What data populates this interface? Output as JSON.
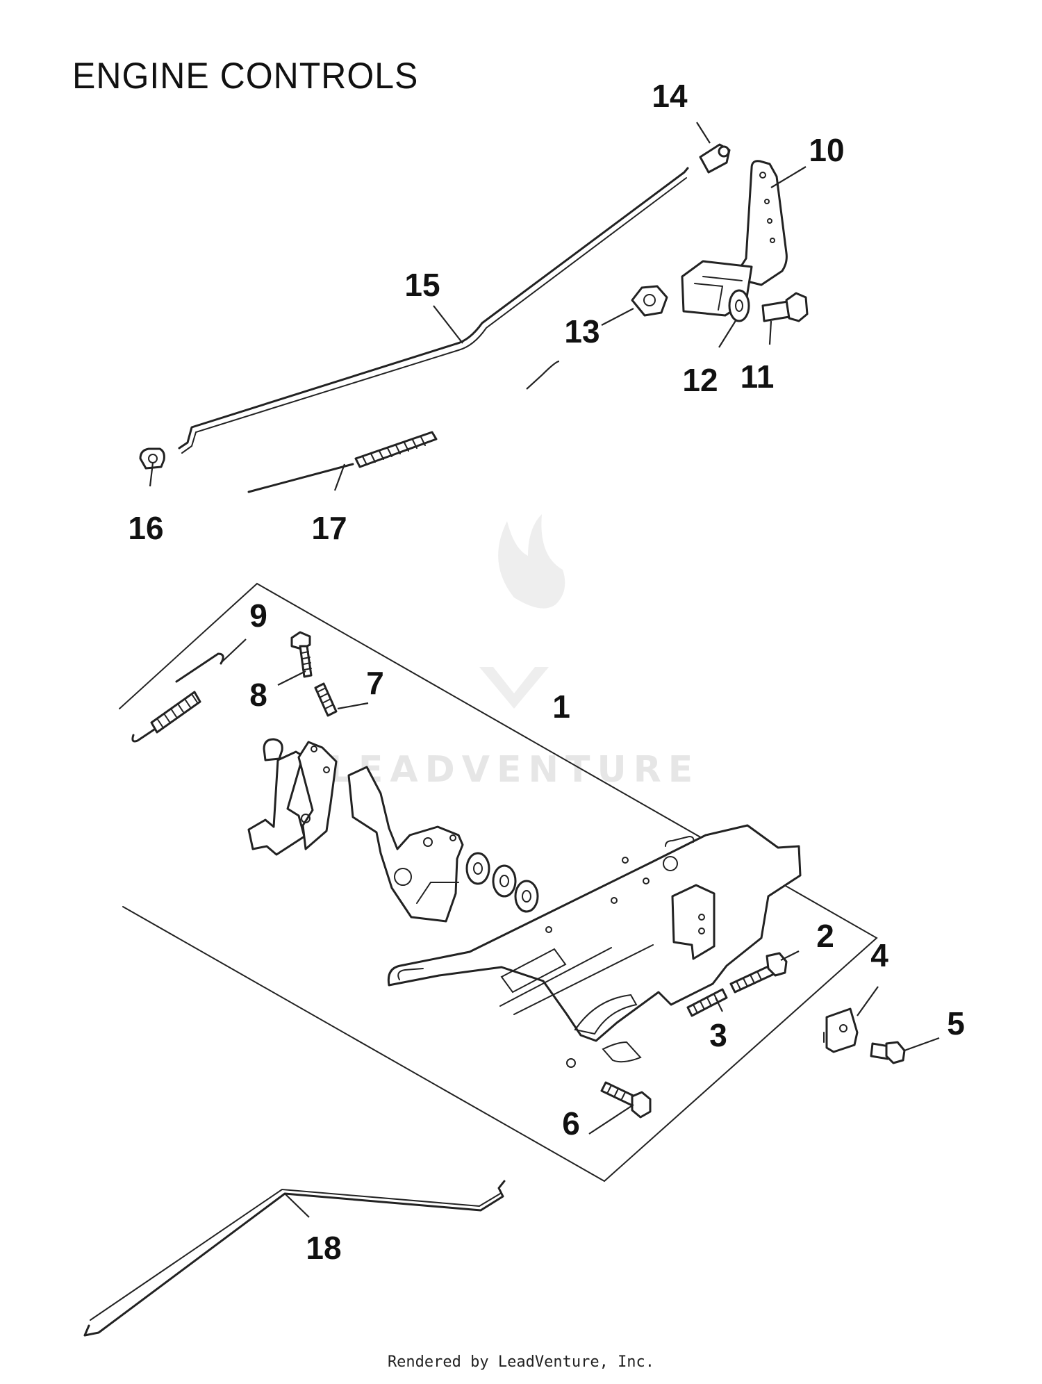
{
  "title": "ENGINE CONTROLS",
  "footer": "Rendered by LeadVenture, Inc.",
  "watermark": "LEADVENTURE",
  "callouts": [
    "1",
    "2",
    "3",
    "4",
    "5",
    "6",
    "7",
    "8",
    "9",
    "10",
    "11",
    "12",
    "13",
    "14",
    "15",
    "16",
    "17",
    "18"
  ]
}
